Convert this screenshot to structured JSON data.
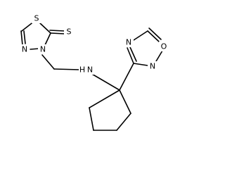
{
  "molecule": {
    "atoms": {
      "s_thione": "S",
      "s_ring": "S",
      "n_thiadiazole_3": "N",
      "n_thiadiazole_4": "N",
      "n_amine": "N",
      "h_amine": "H",
      "n_oxadiazole_2": "N",
      "n_oxadiazole_4": "N",
      "o_oxadiazole": "O"
    }
  }
}
